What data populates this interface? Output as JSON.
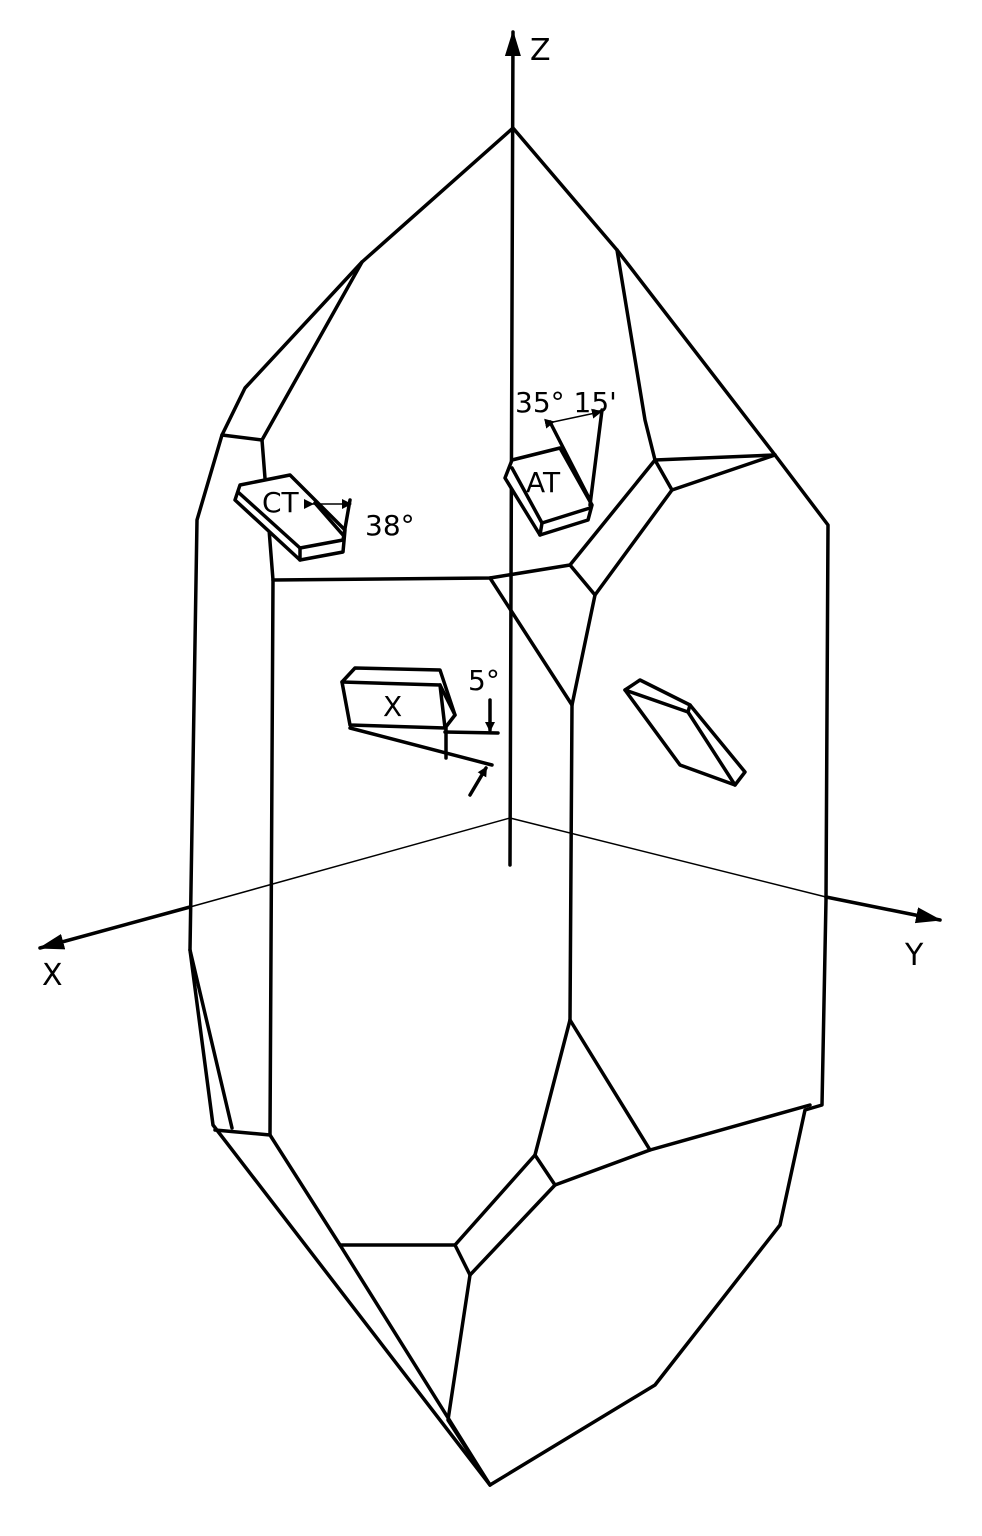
{
  "axes": {
    "z": "Z",
    "x": "X",
    "y": "Y"
  },
  "cuts": [
    {
      "label": "CT",
      "angle": "38°"
    },
    {
      "label": "AT",
      "angle": "35° 15'"
    },
    {
      "label": "X",
      "angle": "5°"
    }
  ],
  "colors": {
    "line": "#000000",
    "background": "#ffffff"
  }
}
